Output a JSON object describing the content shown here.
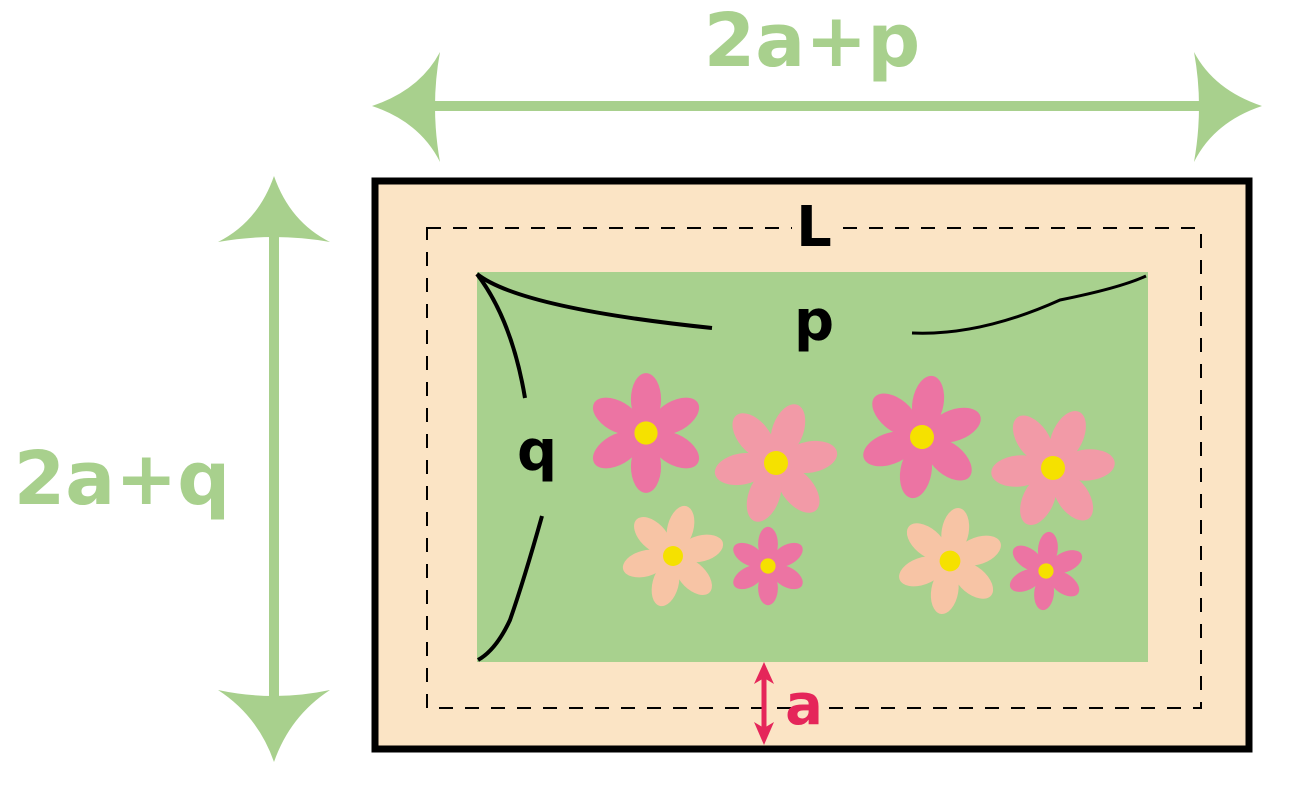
{
  "labels": {
    "width_label": "2a+p",
    "height_label": "2a+q",
    "path_label": "L",
    "inner_width_label": "p",
    "inner_height_label": "q",
    "path_width_label": "a"
  },
  "colors": {
    "green_accent": "#a8d08d",
    "path_fill": "#fbe4c5",
    "garden_fill": "#a8d18e",
    "border": "#000000",
    "red_accent": "#e5265a",
    "flower_pink_dark": "#ec74a3",
    "flower_pink_light": "#f29aa7",
    "flower_peach": "#f7c4a5",
    "flower_center": "#f5e100"
  }
}
